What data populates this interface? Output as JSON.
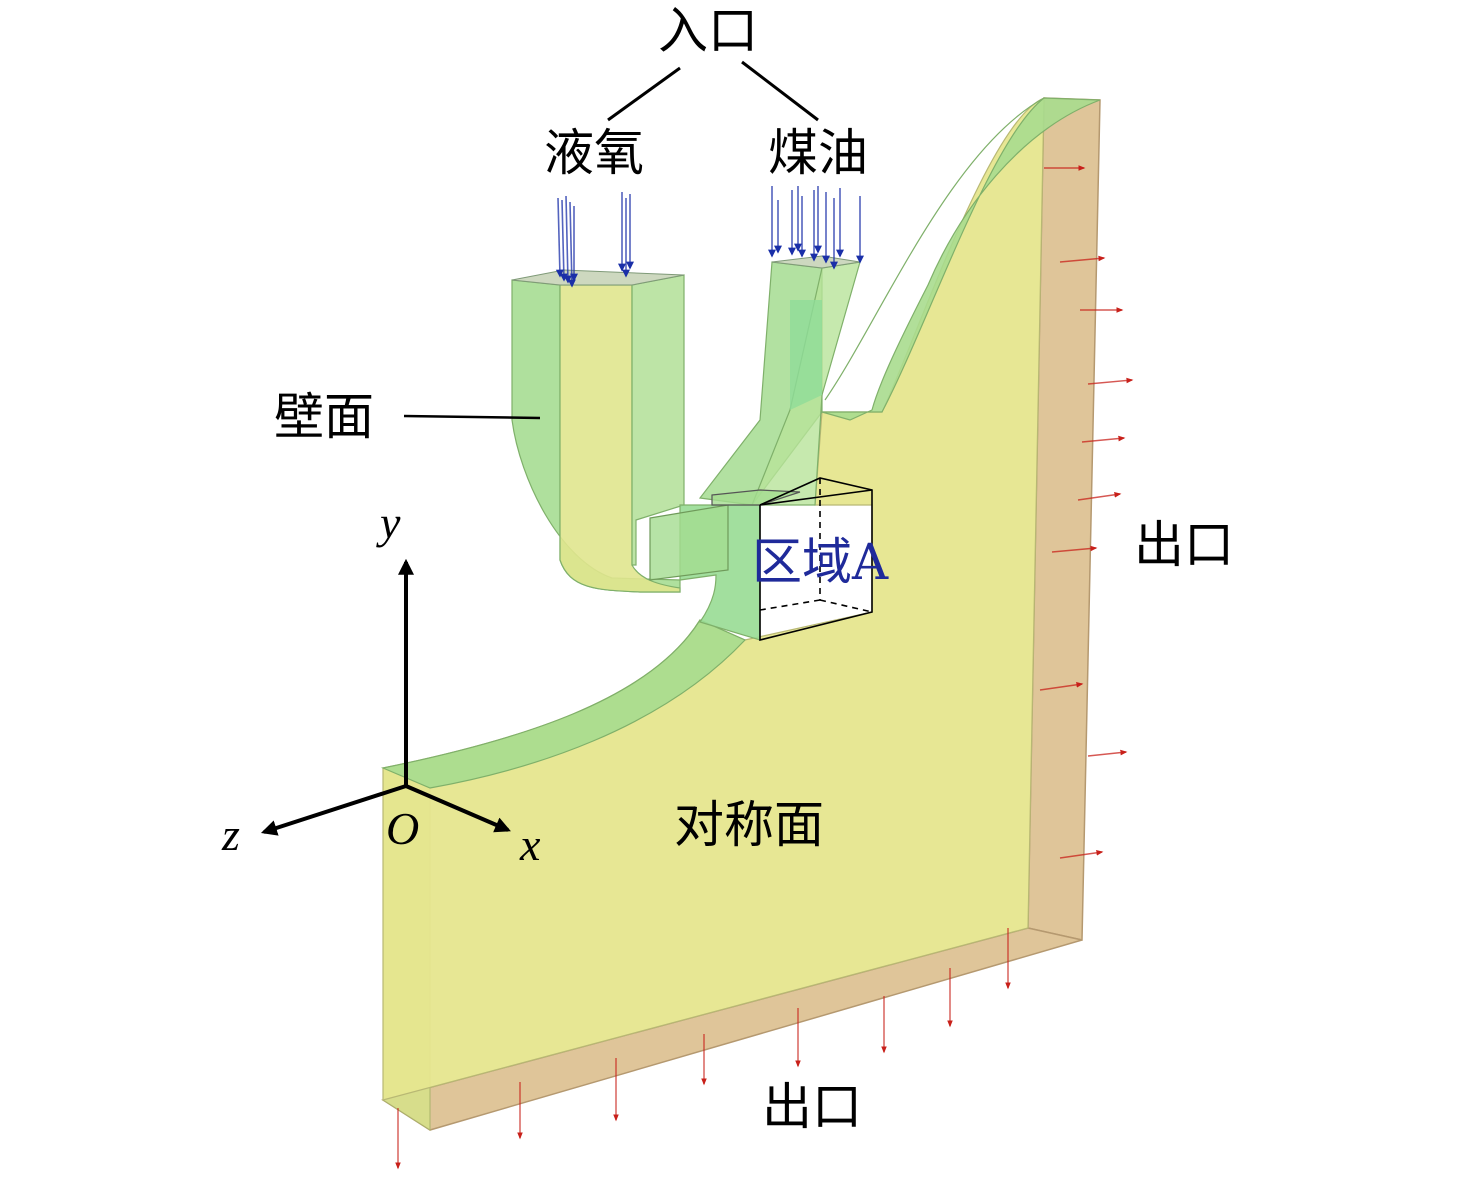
{
  "labels": {
    "inlet": "入口",
    "lox": "液氧",
    "kerosene": "煤油",
    "wall": "壁面",
    "region": "区域A",
    "outlet_right": "出口",
    "outlet_bottom": "出口",
    "symmetry": "对称面"
  },
  "axes": {
    "y": "y",
    "z": "z",
    "x": "x",
    "origin": "O"
  },
  "colors": {
    "face": "#e6e68e",
    "side": "#b2de8c",
    "tube": "#a4dc90",
    "core": "#8fdc98",
    "outlet": "#dcbf8e",
    "inlet_arrow": "#1a2fa8",
    "outlet_arrow": "#c8201a",
    "region_text": "#1f2a9a",
    "line": "#000000"
  }
}
